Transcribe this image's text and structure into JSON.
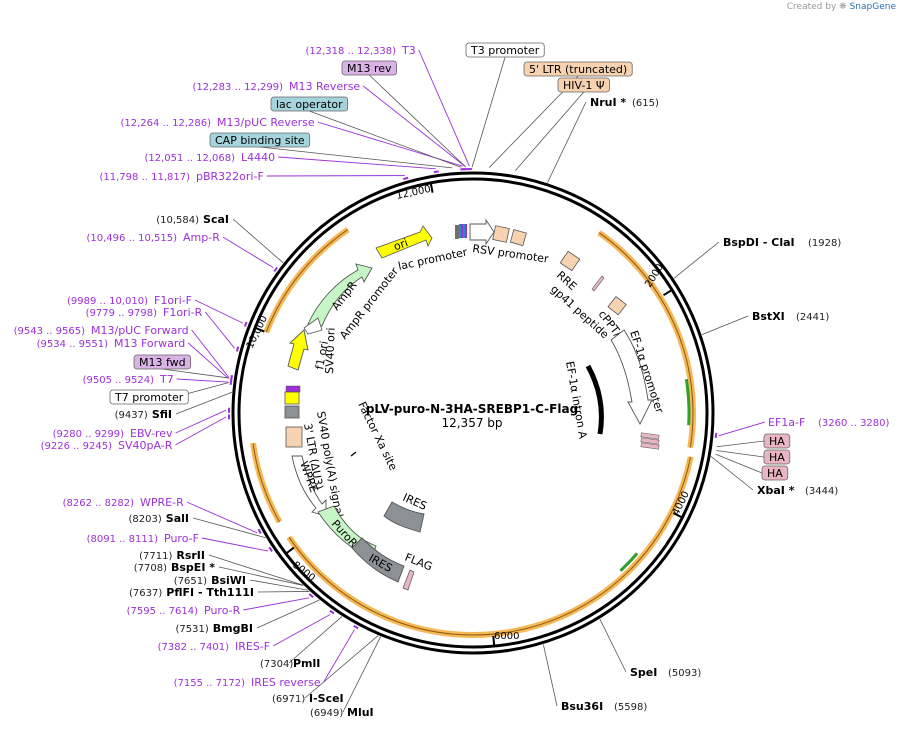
{
  "credit": {
    "prefix": "Created by",
    "brand": "SnapGene"
  },
  "plasmid": {
    "name": "pLV-puro-N-3HA-SREBP1-C-Flag",
    "size_label": "12,357 bp",
    "length": 12357
  },
  "ticks": [
    {
      "bp": 2000,
      "label": "2000"
    },
    {
      "bp": 4000,
      "label": "4000"
    },
    {
      "bp": 6000,
      "label": "6000"
    },
    {
      "bp": 8000,
      "label": "8000"
    },
    {
      "bp": 10000,
      "label": "10,000"
    },
    {
      "bp": 12000,
      "label": "12,000"
    }
  ],
  "sites": [
    {
      "name": "NruI *",
      "pos": "(615)",
      "bp": 615
    },
    {
      "name": "BspDI  - ClaI",
      "pos": "(1928)",
      "bp": 1928
    },
    {
      "name": "BstXI",
      "pos": "(2441)",
      "bp": 2441
    },
    {
      "name": "XbaI *",
      "pos": "(3444)",
      "bp": 3444
    },
    {
      "name": "SpeI",
      "pos": "(5093)",
      "bp": 5093
    },
    {
      "name": "Bsu36I",
      "pos": "(5598)",
      "bp": 5598
    },
    {
      "name": "MluI",
      "pos": "(6949)",
      "bp": 6949
    },
    {
      "name": "I-SceI",
      "pos": "(6971)",
      "bp": 6971
    },
    {
      "name": "PmlI",
      "pos": "(7304)",
      "bp": 7304
    },
    {
      "name": "BmgBI",
      "pos": "(7531)",
      "bp": 7531
    },
    {
      "name": "PflFI  - Tth111I",
      "pos": "(7637)",
      "bp": 7637
    },
    {
      "name": "BsiWI",
      "pos": "(7651)",
      "bp": 7651
    },
    {
      "name": "BspEI *",
      "pos": "(7708)",
      "bp": 7708
    },
    {
      "name": "RsrII",
      "pos": "(7711)",
      "bp": 7711
    },
    {
      "name": "SalI",
      "pos": "(8203)",
      "bp": 8203
    },
    {
      "name": "SfiI",
      "pos": "(9437)",
      "bp": 9437
    },
    {
      "name": "ScaI",
      "pos": "(10,584)",
      "bp": 10584
    }
  ],
  "primers": [
    {
      "name": "T3",
      "range": "(12,318 .. 12,338)",
      "bp": 12328
    },
    {
      "name": "M13 Reverse",
      "range": "(12,283 .. 12,299)",
      "bp": 12291
    },
    {
      "name": "M13/pUC Reverse",
      "range": "(12,264 .. 12,286)",
      "bp": 12275
    },
    {
      "name": "L4440",
      "range": "(12,051 .. 12,068)",
      "bp": 12060
    },
    {
      "name": "pBR322ori-F",
      "range": "(11,798 .. 11,817)",
      "bp": 11808
    },
    {
      "name": "Amp-R",
      "range": "(10,496 .. 10,515)",
      "bp": 10505
    },
    {
      "name": "F1ori-F",
      "range": "(9989 .. 10,010)",
      "bp": 10000
    },
    {
      "name": "F1ori-R",
      "range": "(9779 .. 9798)",
      "bp": 9789
    },
    {
      "name": "M13/pUC Forward",
      "range": "(9543 .. 9565)",
      "bp": 9554
    },
    {
      "name": "M13 Forward",
      "range": "(9534 .. 9551)",
      "bp": 9543
    },
    {
      "name": "T7",
      "range": "(9505 .. 9524)",
      "bp": 9515
    },
    {
      "name": "EBV-rev",
      "range": "(9280 .. 9299)",
      "bp": 9290
    },
    {
      "name": "SV40pA-R",
      "range": "(9226 .. 9245)",
      "bp": 9236
    },
    {
      "name": "WPRE-R",
      "range": "(8262 .. 8282)",
      "bp": 8272
    },
    {
      "name": "Puro-F",
      "range": "(8091 .. 8111)",
      "bp": 8101
    },
    {
      "name": "Puro-R",
      "range": "(7595 .. 7614)",
      "bp": 7605
    },
    {
      "name": "IRES-F",
      "range": "(7382 .. 7401)",
      "bp": 7391
    },
    {
      "name": "IRES reverse",
      "range": "(7155 .. 7172)",
      "bp": 7163
    },
    {
      "name": "EF1a-F",
      "range": "(3260 .. 3280)",
      "bp": 3270
    }
  ],
  "boxed_labels": [
    {
      "text": "T3 promoter",
      "color": "#ffffff"
    },
    {
      "text": "5' LTR (truncated)",
      "color": "#f7d2b0"
    },
    {
      "text": "HIV-1 Ψ",
      "color": "#f7d2b0"
    },
    {
      "text": "M13 rev",
      "color": "#d9b2e6"
    },
    {
      "text": "lac operator",
      "color": "#a6d4dc"
    },
    {
      "text": "CAP binding site",
      "color": "#a6d4dc"
    },
    {
      "text": "M13 fwd",
      "color": "#d9b2e6"
    },
    {
      "text": "T7 promoter",
      "color": "#ffffff"
    },
    {
      "text": "HA",
      "color": "#e8b6c2"
    },
    {
      "text": "HA",
      "color": "#e8b6c2"
    },
    {
      "text": "HA",
      "color": "#e8b6c2"
    }
  ],
  "features": [
    "ori",
    "lac promoter",
    "RSV promoter",
    "RRE",
    "gp41 peptide",
    "cPPT/CTS",
    "EF-1α promoter",
    "EF-1α intron A",
    "AmpR",
    "AmpR promoter",
    "f1 ori",
    "SV40 ori",
    "SV40 poly(A) signal",
    "3' LTR (ΔU3)",
    "Factor Xa site",
    "WPRE",
    "PuroR",
    "IRES",
    "IRES",
    "FLAG"
  ],
  "colors": {
    "primer": "#9b30d9",
    "orf": "#f5a623",
    "promoter": "#ffffff",
    "ori": "#ffff00",
    "ampr": "#c6f5c6",
    "ltr": "#f7d2b0",
    "ires": "#8c9196",
    "hiv": "#e8b6c2"
  }
}
